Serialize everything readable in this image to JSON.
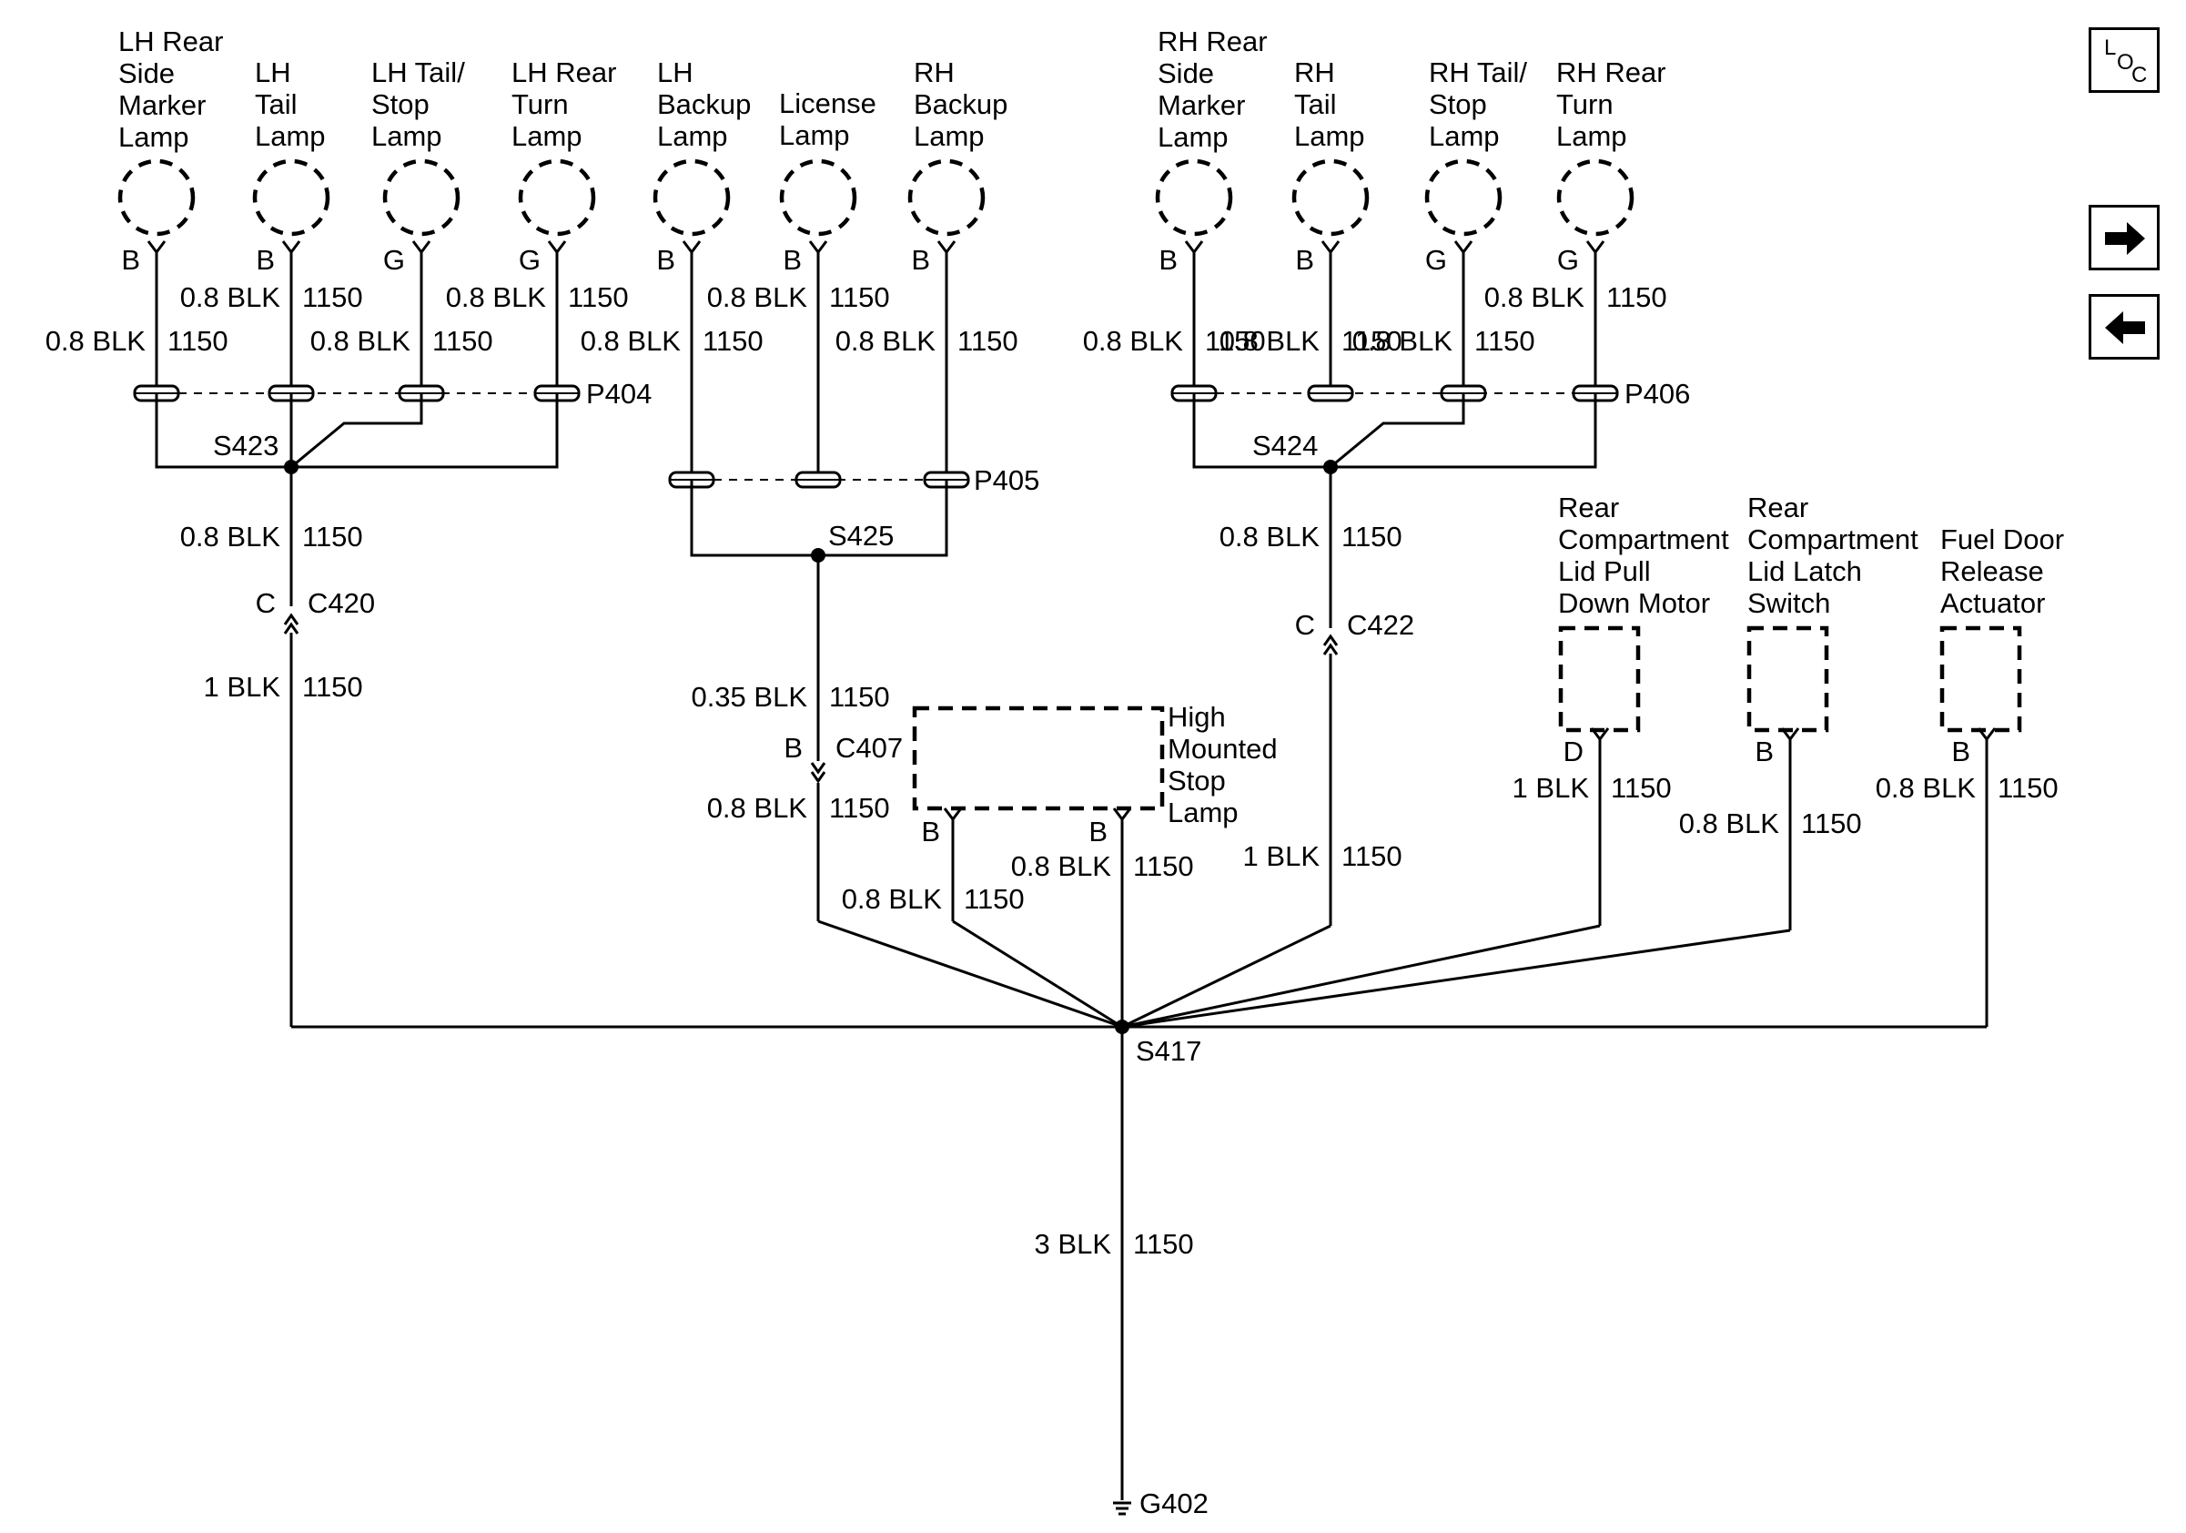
{
  "components": {
    "lh_side_marker": [
      "LH Rear",
      "Side",
      "Marker",
      "Lamp"
    ],
    "lh_tail": [
      "LH",
      "Tail",
      "Lamp"
    ],
    "lh_tail_stop": [
      "LH Tail/",
      "Stop",
      "Lamp"
    ],
    "lh_turn": [
      "LH Rear",
      "Turn",
      "Lamp"
    ],
    "lh_backup": [
      "LH",
      "Backup",
      "Lamp"
    ],
    "license": [
      "License",
      "Lamp"
    ],
    "rh_backup": [
      "RH",
      "Backup",
      "Lamp"
    ],
    "rh_side_marker": [
      "RH Rear",
      "Side",
      "Marker",
      "Lamp"
    ],
    "rh_tail": [
      "RH",
      "Tail",
      "Lamp"
    ],
    "rh_tail_stop": [
      "RH Tail/",
      "Stop",
      "Lamp"
    ],
    "rh_turn": [
      "RH Rear",
      "Turn",
      "Lamp"
    ],
    "lid_motor": [
      "Rear",
      "Compartment",
      "Lid Pull",
      "Down Motor"
    ],
    "lid_switch": [
      "Rear",
      "Compartment",
      "Lid Latch",
      "Switch"
    ],
    "fuel_door": [
      "Fuel Door",
      "Release",
      "Actuator"
    ],
    "chmsl": [
      "High",
      "Mounted",
      "Stop",
      "Lamp"
    ]
  },
  "pins": {
    "lh_side_marker": "B",
    "lh_tail": "B",
    "lh_tail_stop": "G",
    "lh_turn": "G",
    "lh_backup": "B",
    "license": "B",
    "rh_backup": "B",
    "rh_side_marker": "B",
    "rh_tail": "B",
    "rh_tail_stop": "G",
    "rh_turn": "G",
    "lid_motor": "D",
    "lid_switch": "B",
    "fuel_door": "B",
    "chmsl_left": "B",
    "chmsl_right": "B",
    "c420": "C",
    "c407": "B",
    "c422": "C"
  },
  "wires": {
    "lh_side_marker": {
      "size": "0.8 BLK",
      "circuit": "1150"
    },
    "lh_tail": {
      "size": "0.8 BLK",
      "circuit": "1150"
    },
    "lh_tail_stop": {
      "size": "0.8 BLK",
      "circuit": "1150"
    },
    "lh_turn": {
      "size": "0.8 BLK",
      "circuit": "1150"
    },
    "lh_backup": {
      "size": "0.8 BLK",
      "circuit": "1150"
    },
    "license": {
      "size": "0.8 BLK",
      "circuit": "1150"
    },
    "rh_backup": {
      "size": "0.8 BLK",
      "circuit": "1150"
    },
    "rh_side_marker": {
      "size": "0.8 BLK",
      "circuit": "1150"
    },
    "rh_tail": {
      "size": "0.8 BLK",
      "circuit": "1150"
    },
    "rh_tail_stop": {
      "size": "0.8 BLK",
      "circuit": "1150"
    },
    "rh_turn": {
      "size": "0.8 BLK",
      "circuit": "1150"
    },
    "s423_c420": {
      "size": "0.8 BLK",
      "circuit": "1150"
    },
    "c420_s417": {
      "size": "1 BLK",
      "circuit": "1150"
    },
    "s425_c407": {
      "size": "0.35 BLK",
      "circuit": "1150"
    },
    "c407_s417": {
      "size": "0.8 BLK",
      "circuit": "1150"
    },
    "chmsl_left": {
      "size": "0.8 BLK",
      "circuit": "1150"
    },
    "chmsl_right": {
      "size": "0.8 BLK",
      "circuit": "1150"
    },
    "s424_c422": {
      "size": "0.8 BLK",
      "circuit": "1150"
    },
    "c422_s417": {
      "size": "1 BLK",
      "circuit": "1150"
    },
    "lid_motor": {
      "size": "1 BLK",
      "circuit": "1150"
    },
    "lid_switch": {
      "size": "0.8 BLK",
      "circuit": "1150"
    },
    "fuel_door": {
      "size": "0.8 BLK",
      "circuit": "1150"
    },
    "ground": {
      "size": "3 BLK",
      "circuit": "1150"
    }
  },
  "splices": {
    "s423": "S423",
    "s425": "S425",
    "s424": "S424",
    "s417": "S417"
  },
  "passthroughs": {
    "p404": "P404",
    "p405": "P405",
    "p406": "P406"
  },
  "connectors": {
    "c420": "C420",
    "c407": "C407",
    "c422": "C422"
  },
  "ground": "G402",
  "nav": {
    "loc": [
      "L",
      "O",
      "C"
    ],
    "next_icon": "right-arrow",
    "prev_icon": "left-arrow"
  }
}
